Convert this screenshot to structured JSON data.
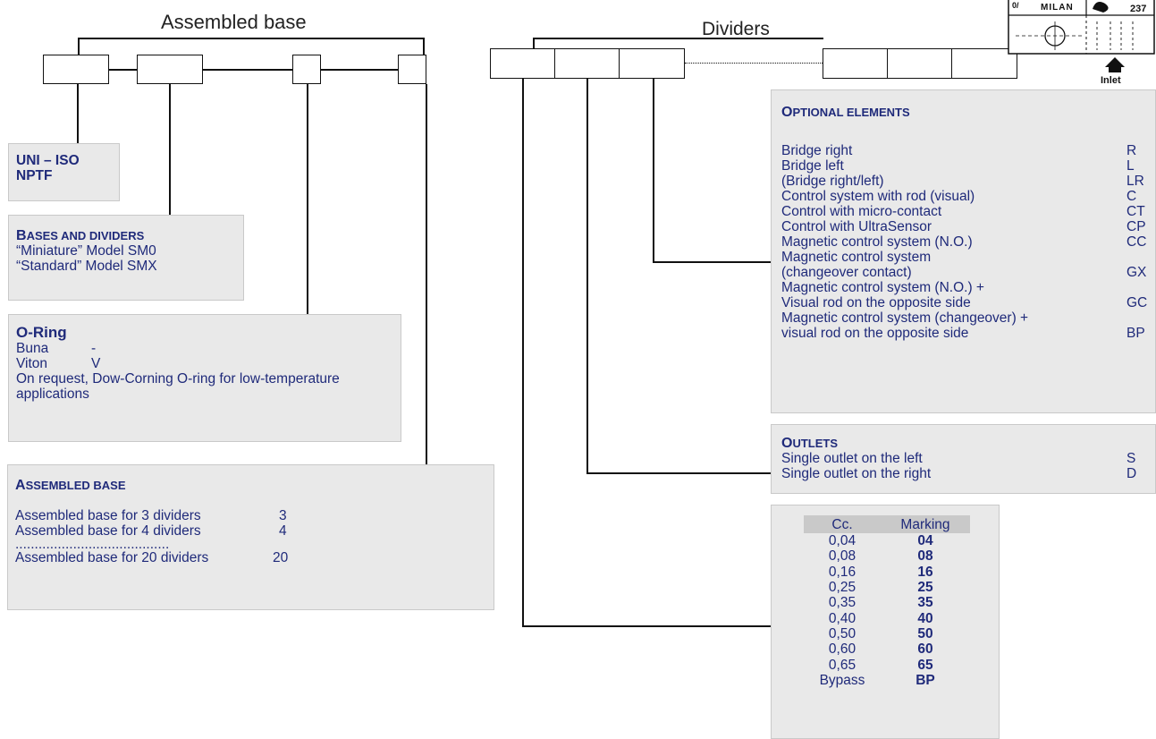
{
  "titles": {
    "assembled_base": "Assembled base",
    "dividers": "Dividers"
  },
  "stamp": {
    "city": "MILAN",
    "number": "237",
    "prefix": "0/",
    "inlet": "Inlet"
  },
  "thread": {
    "line1": "UNI – ISO",
    "line2": "NPTF"
  },
  "bases_dividers": {
    "heading": "Bases and dividers",
    "heading_cap": "B",
    "heading_rest": "ases and dividers",
    "items": [
      "“Miniature” Model  SM0",
      "“Standard” Model   SMX"
    ]
  },
  "oring": {
    "heading": "O-Ring",
    "items": [
      {
        "label": "Buna",
        "code": "-"
      },
      {
        "label": "Viton",
        "code": "V"
      }
    ],
    "note": "On request, Dow-Corning O-ring for low-temperature applications"
  },
  "assembled_base_panel": {
    "heading_cap": "A",
    "heading_rest": "ssembled base",
    "items": [
      {
        "label": "Assembled base for 3 dividers",
        "code": "3"
      },
      {
        "label": "Assembled base for 4 dividers",
        "code": "4"
      }
    ],
    "dots": "........................................",
    "last": {
      "label": "Assembled base for 20 dividers",
      "code": "20"
    }
  },
  "optional_elements": {
    "heading_cap": "O",
    "heading_rest": "ptional elements",
    "items": [
      {
        "label": "Bridge right",
        "code": "R"
      },
      {
        "label": "Bridge left",
        "code": "L"
      },
      {
        "label": "(Bridge right/left)",
        "code": "LR"
      },
      {
        "label": "Control system with rod (visual)",
        "code": "C"
      },
      {
        "label": "Control with micro-contact",
        "code": "CT"
      },
      {
        "label": "Control with UltraSensor",
        "code": "CP"
      },
      {
        "label": "Magnetic control system (N.O.)",
        "code": "CC"
      },
      {
        "label": "Magnetic control system",
        "code": ""
      },
      {
        "label": "(changeover contact)",
        "code": "GX"
      },
      {
        "label": "Magnetic control system (N.O.) +",
        "code": ""
      },
      {
        "label": "Visual rod on the opposite side",
        "code": "GC"
      },
      {
        "label": "Magnetic control system (changeover) +",
        "code": ""
      },
      {
        "label": "visual rod on the opposite side",
        "code": "BP"
      }
    ]
  },
  "outlets": {
    "heading_cap": "O",
    "heading_rest": "utlets",
    "items": [
      {
        "label": "Single outlet on the left",
        "code": "S"
      },
      {
        "label": "Single outlet on the right",
        "code": "D"
      }
    ]
  },
  "capacity_table": {
    "headers": [
      "Cc.",
      "Marking"
    ],
    "rows": [
      [
        "0,04",
        "04"
      ],
      [
        "0,08",
        "08"
      ],
      [
        "0,16",
        "16"
      ],
      [
        "0,25",
        "25"
      ],
      [
        "0,35",
        "35"
      ],
      [
        "0,40",
        "40"
      ],
      [
        "0,50",
        "50"
      ],
      [
        "0,60",
        "60"
      ],
      [
        "0,65",
        "65"
      ],
      [
        "Bypass",
        "BP"
      ]
    ]
  }
}
